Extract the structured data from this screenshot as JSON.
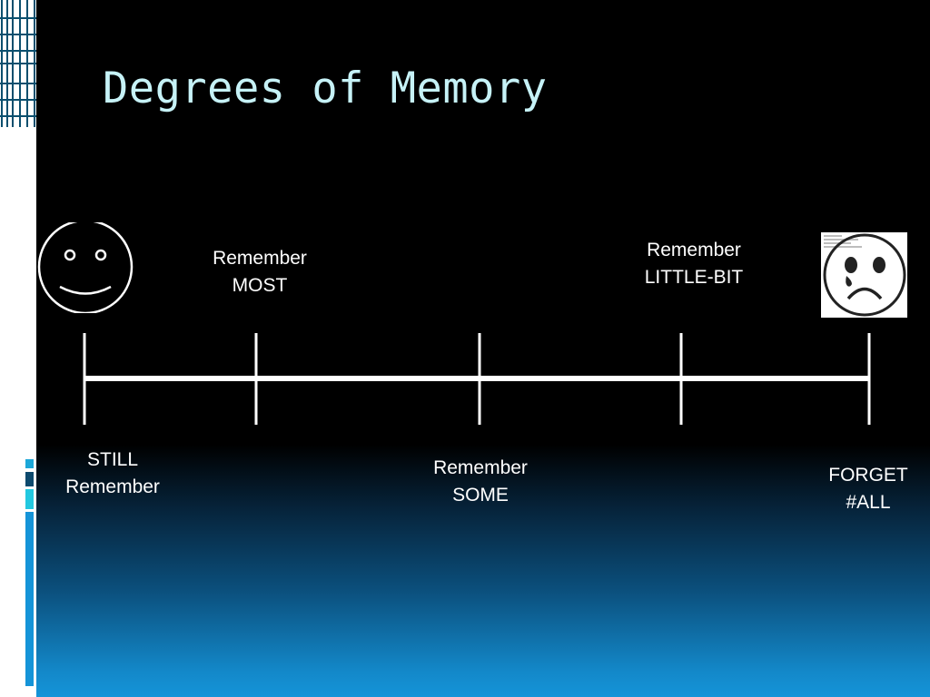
{
  "title": "Degrees of Memory",
  "scale": {
    "points": [
      {
        "label": "STILL\nRemember"
      },
      {
        "label": "Remember\nMOST"
      },
      {
        "label": "Remember\nSOME"
      },
      {
        "label": "Remember\nLITTLE-BIT"
      },
      {
        "label": "FORGET\n#ALL"
      }
    ]
  },
  "icons": {
    "happy": "smiley-face-icon",
    "sad": "crying-sad-face-icon"
  },
  "colors": {
    "title": "#c6f2f7",
    "text": "#ffffff",
    "background_top": "#000000",
    "background_bottom": "#1594d8",
    "strip_accent": "#1ca7d8"
  }
}
